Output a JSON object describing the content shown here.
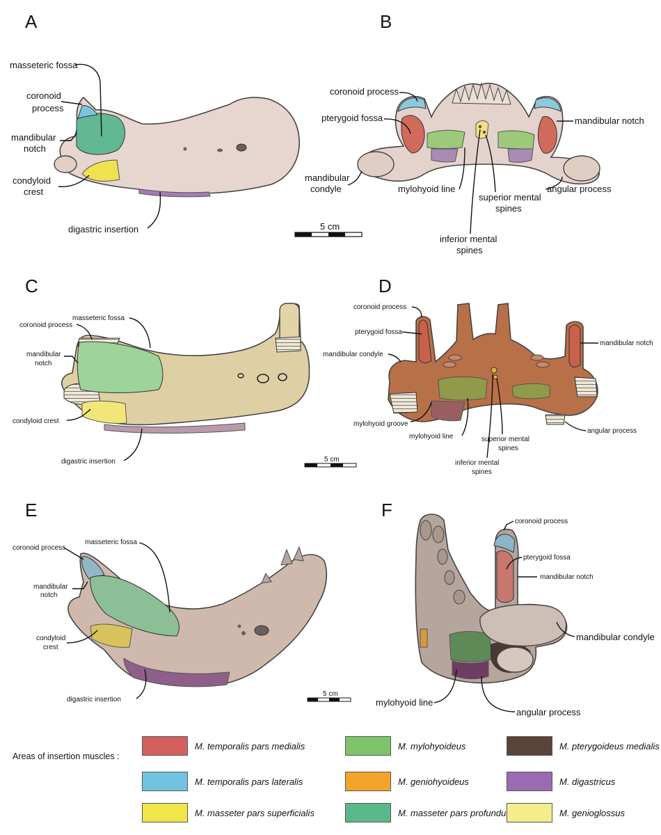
{
  "panels": {
    "A": {
      "letter": "A",
      "labels": {
        "masseteric_fossa": "masseteric fossa",
        "coronoid_1": "coronoid",
        "coronoid_2": "process",
        "mandibular_1": "mandibular",
        "mandibular_2": "notch",
        "condyloid_1": "condyloid",
        "condyloid_2": "crest",
        "digastric": "digastric insertion"
      }
    },
    "B": {
      "letter": "B",
      "labels": {
        "coronoid": "coronoid process",
        "pterygoid": "pterygoid fossa",
        "mandibular_notch": "mandibular notch",
        "condyle_1": "mandibular",
        "condyle_2": "condyle",
        "mylohyoid": "mylohyoid line",
        "superior_1": "superior mental",
        "superior_2": "spines",
        "angular": "angular process",
        "inferior_1": "inferior mental",
        "inferior_2": "spines"
      },
      "scale": "5 cm"
    },
    "C": {
      "letter": "C",
      "labels": {
        "masseteric_fossa": "masseteric fossa",
        "coronoid": "coronoid process",
        "mandibular_1": "mandibular",
        "mandibular_2": "notch",
        "condyloid": "condyloid crest",
        "digastric": "digastric insertion"
      },
      "scale": "5 cm"
    },
    "D": {
      "letter": "D",
      "labels": {
        "coronoid": "coronoid process",
        "pterygoid": "pterygoid fossa",
        "condyle": "mandibular condyle",
        "mandibular_notch": "mandibular notch",
        "mylohyoid_groove": "mylohyoid groove",
        "mylohyoid_line": "mylohyoid line",
        "superior_1": "superior mental",
        "superior_2": "spines",
        "angular": "angular process",
        "inferior_1": "inferior mental",
        "inferior_2": "spines"
      }
    },
    "E": {
      "letter": "E",
      "labels": {
        "masseteric_fossa": "masseteric fossa",
        "coronoid": "coronoid process",
        "mandibular_1": "mandibular",
        "mandibular_2": "notch",
        "condyloid_1": "condyloid",
        "condyloid_2": "crest",
        "digastric": "digastric insertion"
      },
      "scale": "5 cm"
    },
    "F": {
      "letter": "F",
      "labels": {
        "coronoid": "coronoid process",
        "pterygoid": "pterygoid fossa",
        "mandibular_notch": "mandibular notch",
        "condyle": "mandibular condyle",
        "mylohyoid": "mylohyoid line",
        "angular": "angular process"
      }
    }
  },
  "legend": {
    "title": "Areas of insertion muscles :",
    "items": [
      {
        "label": "M. temporalis pars medialis",
        "color": "#d45f5f"
      },
      {
        "label": "M. mylohyoideus",
        "color": "#7ec46a"
      },
      {
        "label": "M. pterygoideus medialis",
        "color": "#5a4339"
      },
      {
        "label": "M. temporalis pars lateralis",
        "color": "#72c3e0"
      },
      {
        "label": "M. geniohyoideus",
        "color": "#f2a52a"
      },
      {
        "label": "M. digastricus",
        "color": "#9b6bb2"
      },
      {
        "label": "M. masseter pars superficialis",
        "color": "#f1e64a"
      },
      {
        "label": "M. masseter pars profundus",
        "color": "#5bb88a"
      },
      {
        "label": "M. genioglossus",
        "color": "#f4ed8c"
      }
    ]
  },
  "colors": {
    "bone_light": "#e5d6cf",
    "bone_tan": "#dccaa0",
    "bone_rust": "#b56a44",
    "bone_gray": "#b9a9a2"
  }
}
